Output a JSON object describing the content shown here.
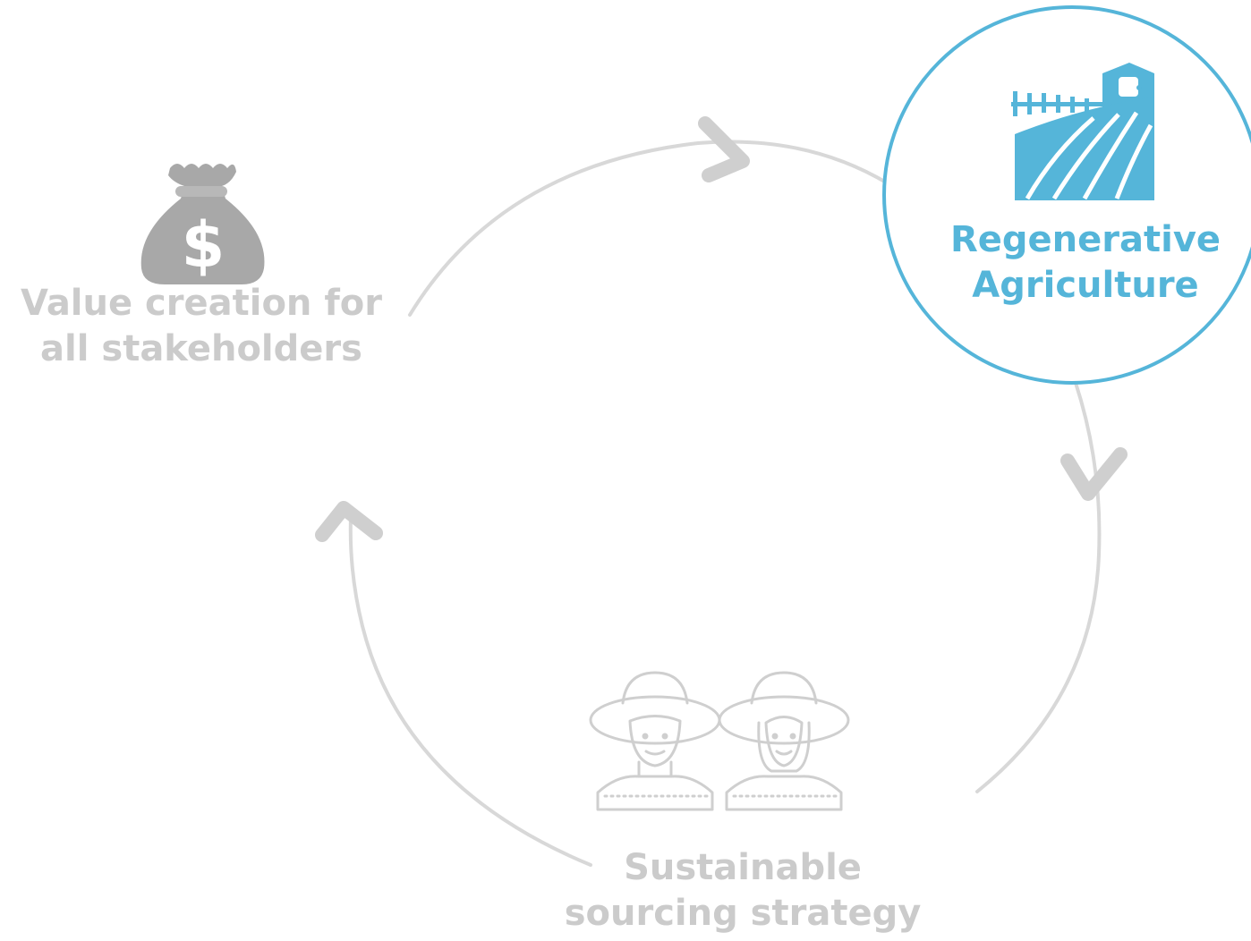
{
  "diagram": {
    "nodes": [
      {
        "id": "value-creation",
        "icon": "money-bag-icon",
        "line1": "Value creation for",
        "line2": "all stakeholders",
        "highlighted": false
      },
      {
        "id": "regenerative-agriculture",
        "icon": "farm-field-icon",
        "line1": "Regenerative",
        "line2": "Agriculture",
        "highlighted": true
      },
      {
        "id": "sustainable-sourcing",
        "icon": "farmers-icon",
        "line1": "Sustainable",
        "line2": "sourcing strategy",
        "highlighted": false
      }
    ],
    "flow": "clockwise",
    "colors": {
      "accent": "#55b5d9",
      "muted_text": "#cbcbcb",
      "cycle_line": "#d8d8d8",
      "arrow_head": "#cfcfcf",
      "money_bag": "#a8a8a8",
      "farmers_outline": "#cfcfcf"
    }
  }
}
